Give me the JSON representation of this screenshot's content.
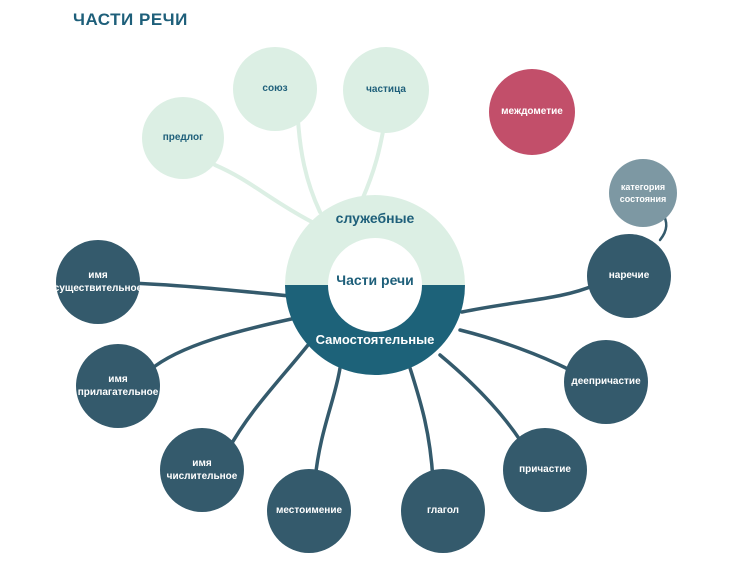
{
  "title": "ЧАСТИ РЕЧИ",
  "center": {
    "label": "Части речи",
    "top_label": "служебные",
    "bottom_label": "Самостоятельные"
  },
  "service_parts": [
    {
      "label": "предлог"
    },
    {
      "label": "союз"
    },
    {
      "label": "частица"
    }
  ],
  "standalone": {
    "label": "междометие"
  },
  "independent_parts": [
    {
      "label": "имя существительное"
    },
    {
      "label": "имя прилагательное"
    },
    {
      "label": "имя числительное"
    },
    {
      "label": "местоимение"
    },
    {
      "label": "глагол"
    },
    {
      "label": "причастие"
    },
    {
      "label": "деепричастие"
    },
    {
      "label": "наречие"
    }
  ],
  "sub_parts": [
    {
      "label": "категория состояния"
    }
  ],
  "colors": {
    "title": "#1e5f7a",
    "service_fill": "#dcefe4",
    "service_text": "#1e5f7a",
    "independent_fill": "#345a6c",
    "ring_bottom": "#1d6279",
    "interjection": "#c24f6a",
    "category": "#7d98a3"
  }
}
